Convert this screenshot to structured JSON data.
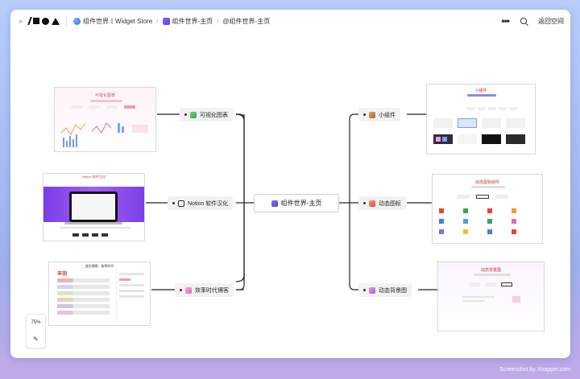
{
  "topbar": {
    "crumb1": "组件世界丨Widget Store",
    "crumb2": "组件世界-主页",
    "crumb3": "@组件世界-主页",
    "return_label": "返回空间",
    "more_icon": "more-dots-icon",
    "search_icon": "search-icon"
  },
  "mindmap": {
    "center": "组件世界-主页",
    "left_nodes": [
      "可视化图表",
      "Notion 软件汉化",
      "效率时代博客"
    ],
    "right_nodes": [
      "小组件",
      "动态图标",
      "动态背景图"
    ]
  },
  "thumbnails": {
    "t1_title": "可视化图表",
    "t2_title": "Notion 软件汉化",
    "t3_title": "变形博客 - 效率时代",
    "t3_logo": "丰羽",
    "t4_title": "小组件",
    "t5_title": "动态图标组件",
    "t6_title": "动态背景图"
  },
  "zoom": {
    "level": "75%"
  },
  "watermark": "Screenshot by Xnapper.com"
}
